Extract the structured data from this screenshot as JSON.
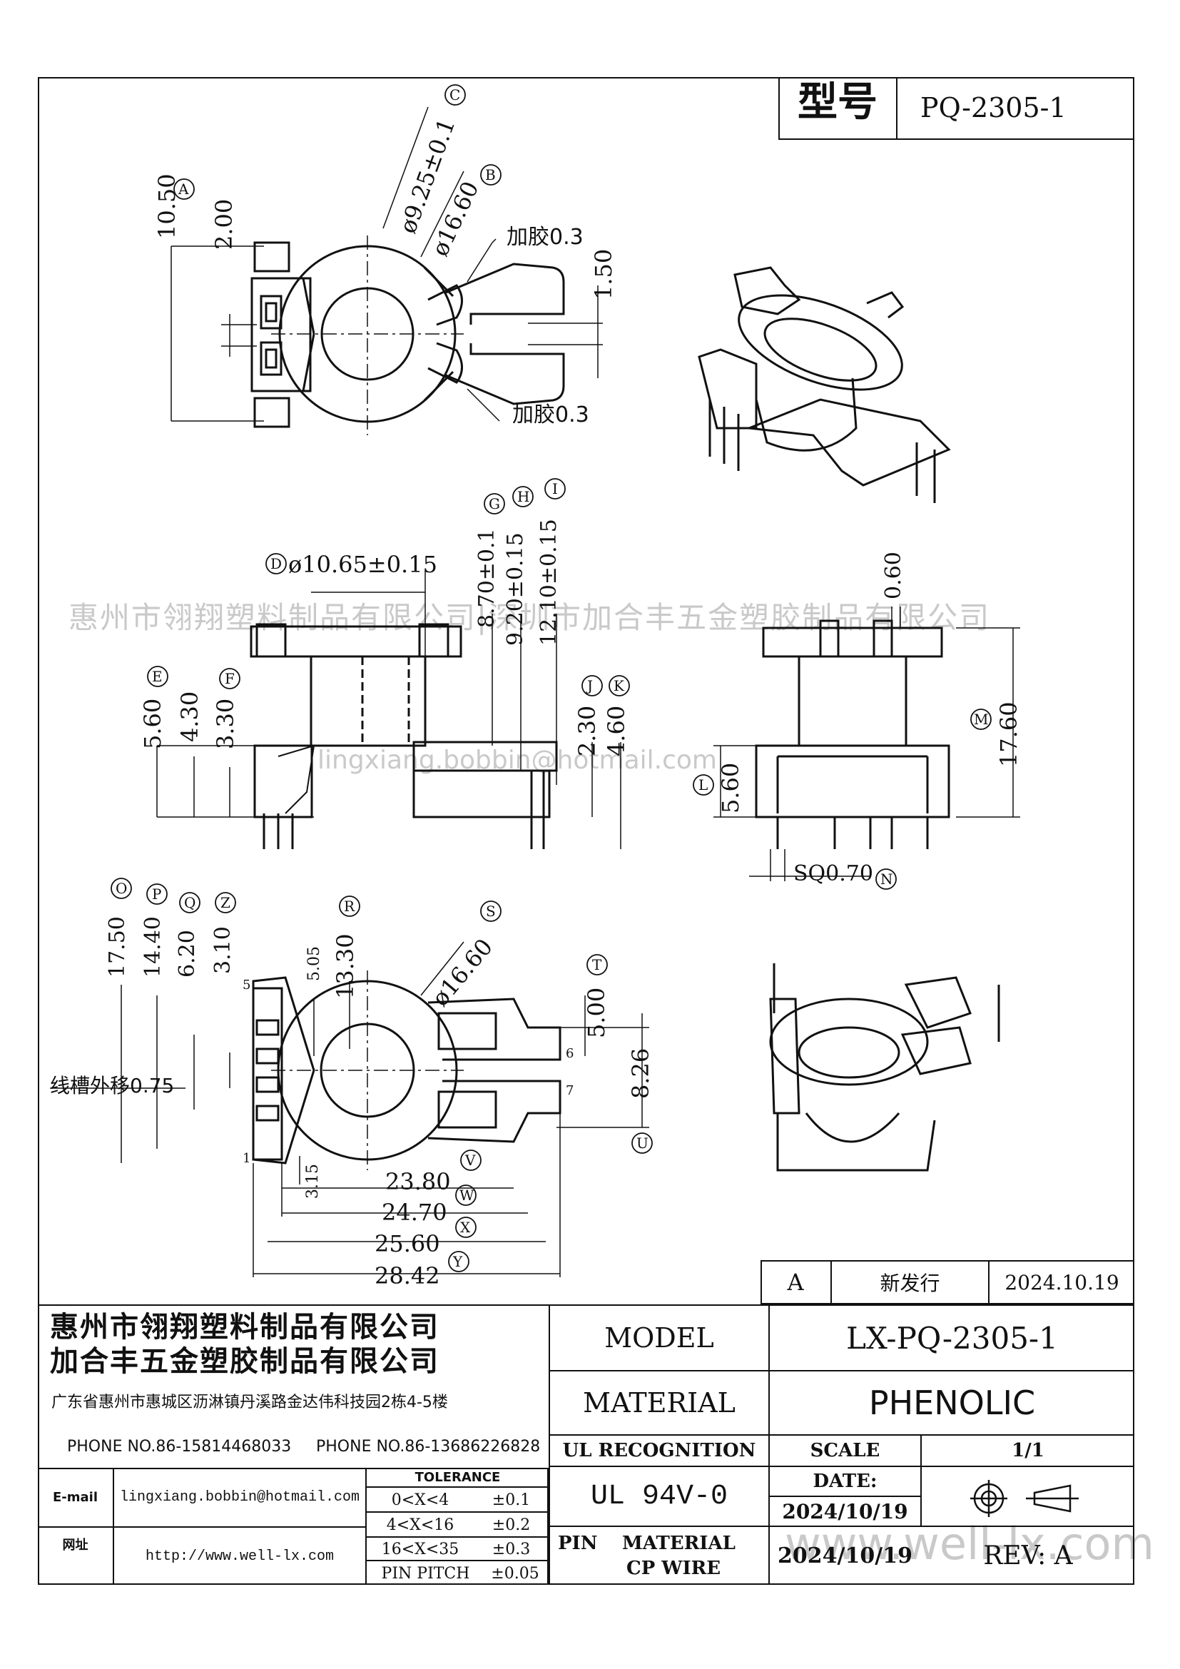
{
  "title_block": {
    "model_label_cn": "型号",
    "model_value": "PQ-2305-1"
  },
  "watermarks": {
    "company_line": "惠州市翎翔塑料制品有限公司|深圳市加合丰五金塑胶制品有限公司",
    "email_line": "lingxiang.bobbin@hotmail.com",
    "url_line": "www.well-lx.com"
  },
  "top_view": {
    "dim_a": "10.50",
    "dim_2": "2.00",
    "dim_c": "ø9.25±0.1",
    "dim_b": "ø16.60",
    "glue_top": "加胶0.3",
    "glue_bottom": "加胶0.3",
    "dim_slot": "1.50",
    "letters": [
      "A",
      "B",
      "C"
    ]
  },
  "front_view": {
    "dim_d": "ø10.65±0.15",
    "dim_g": "8.70±0.1",
    "dim_h": "9.20±0.15",
    "dim_i": "12.10±0.15",
    "dim_e": "5.60",
    "dim_f1": "4.30",
    "dim_f": "3.30",
    "dim_j": "2.30",
    "dim_k": "4.60",
    "letters": [
      "D",
      "E",
      "F",
      "G",
      "H",
      "I",
      "J",
      "K"
    ]
  },
  "side_view": {
    "dim_top": "0.60",
    "dim_m": "17.60",
    "dim_l": "5.60",
    "dim_n": "SQ0.70",
    "letters": [
      "L",
      "M",
      "N"
    ]
  },
  "bottom_view": {
    "dim_o": "17.50",
    "dim_p": "14.40",
    "dim_q": "6.20",
    "dim_z": "3.10",
    "dim_505": "5.05",
    "dim_r": "13.30",
    "dim_s": "ø16.60",
    "dim_t": "5.00",
    "dim_u": "8.26",
    "dim_315": "3.15",
    "dim_v": "23.80",
    "dim_w": "24.70",
    "dim_x": "25.60",
    "dim_y": "28.42",
    "slot_note": "线槽外移0.75",
    "pins": [
      "5",
      "6",
      "7",
      "1"
    ],
    "letters": [
      "O",
      "P",
      "Q",
      "Z",
      "R",
      "S",
      "T",
      "U",
      "V",
      "W",
      "X",
      "Y"
    ]
  },
  "revision": {
    "rev": "A",
    "desc": "新发行",
    "date": "2024.10.19"
  },
  "company": {
    "name1": "惠州市翎翔塑料制品有限公司",
    "name2": "加合丰五金塑胶制品有限公司",
    "address": "广东省惠州市惠城区沥淋镇丹溪路金达伟科技园2栋4-5楼",
    "phone1": "PHONE NO.86-15814468033",
    "phone2": "PHONE NO.86-13686226828",
    "email_label": "E-mail",
    "email": "lingxiang.bobbin@hotmail.com",
    "web_label": "网址",
    "web": "http://www.well-lx.com"
  },
  "tolerance": {
    "header": "TOLERANCE",
    "rows": [
      {
        "range": "0<X<4",
        "value": "±0.1"
      },
      {
        "range": "4<X<16",
        "value": "±0.2"
      },
      {
        "range": "16<X<35",
        "value": "±0.3"
      },
      {
        "range": "PIN PITCH",
        "value": "±0.05"
      }
    ]
  },
  "spec": {
    "model_label": "MODEL",
    "model_value": "LX-PQ-2305-1",
    "material_label": "MATERIAL",
    "material_value": "PHENOLIC",
    "ul_label": "UL RECOGNITION",
    "ul_value": "UL 94V-0",
    "scale_label": "SCALE",
    "scale_value": "1/1",
    "date_label": "DATE:",
    "date_value": "2024/10/19",
    "pin_label": "PIN",
    "pin_material_label": "MATERIAL",
    "pin_material_value": "CP WIRE",
    "rev_label": "REV: A"
  }
}
